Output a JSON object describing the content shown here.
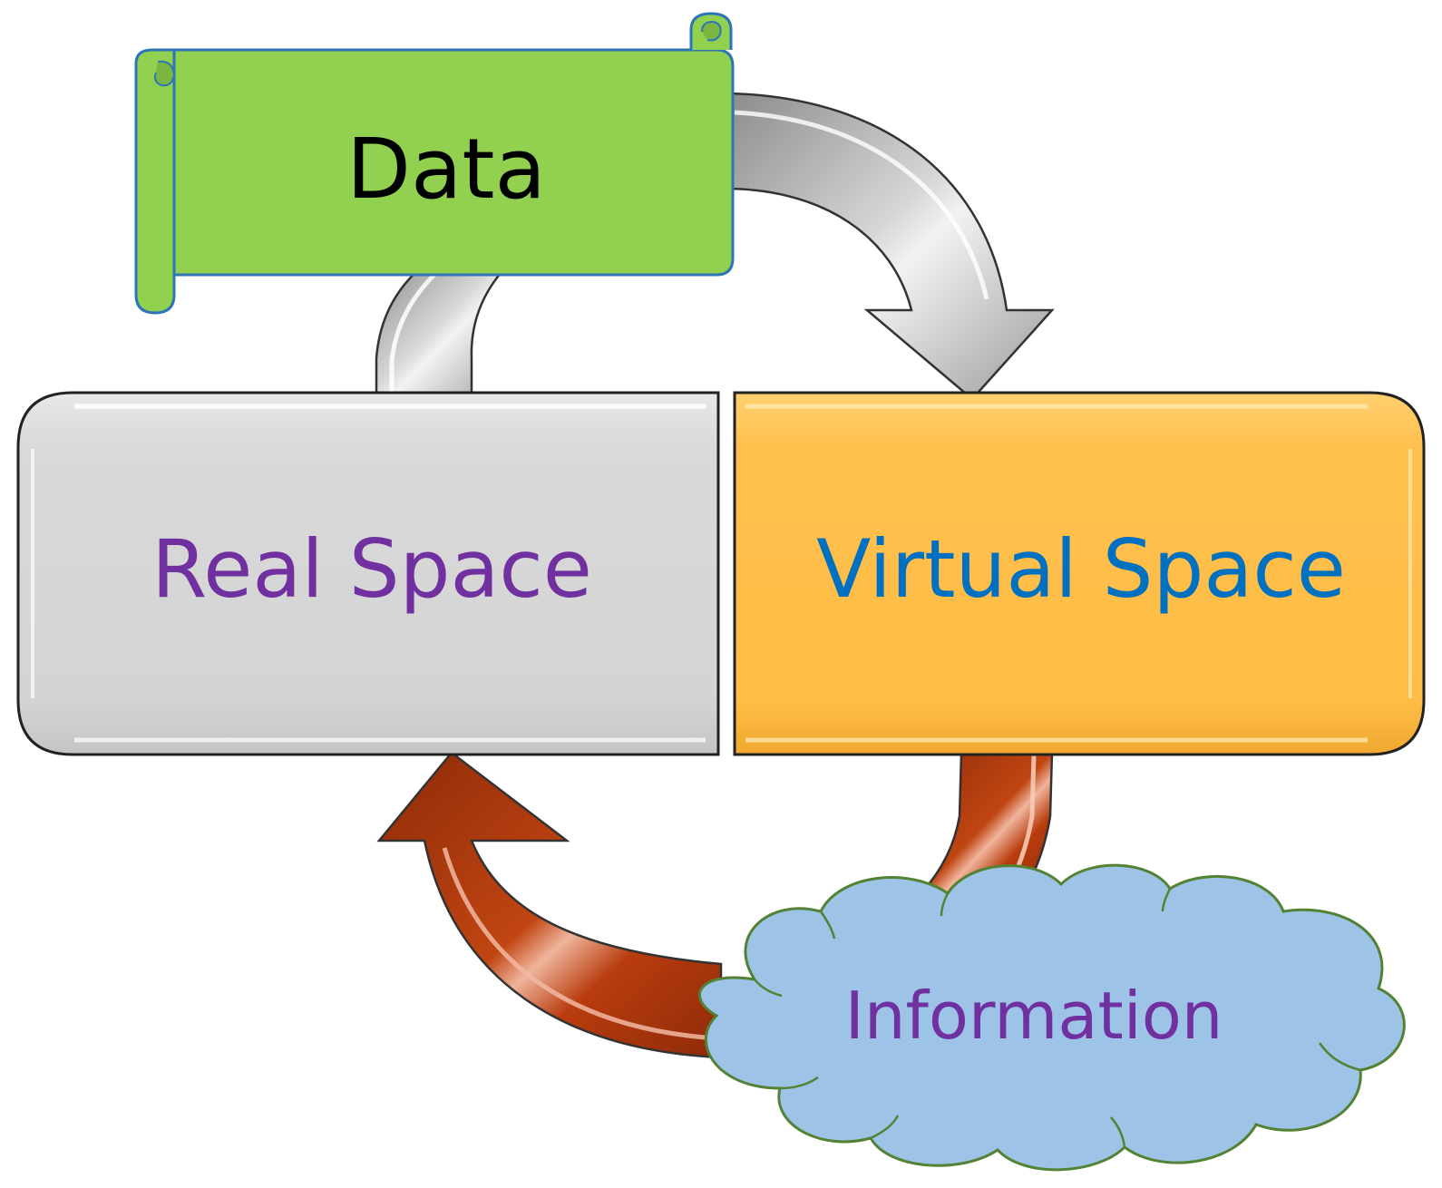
{
  "nodes": {
    "data": {
      "label": "Data",
      "color": "#92d050",
      "text_color": "#000000"
    },
    "real_space": {
      "label": "Real Space",
      "color": "#d9d9d9",
      "text_color": "#7030a0"
    },
    "virtual_space": {
      "label": "Virtual Space",
      "color": "#ffc04d",
      "text_color": "#0070c0"
    },
    "information": {
      "label": "Information",
      "color": "#9dc3e6",
      "text_color": "#7030a0"
    }
  },
  "arrows": {
    "gray_color": "#bfbfbf",
    "red_color": "#b53a0f"
  }
}
